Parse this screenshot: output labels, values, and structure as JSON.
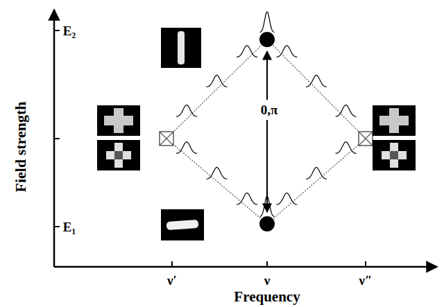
{
  "diagram": {
    "labels": [
      "E₂",
      "0,π",
      "Field strength",
      "E₁",
      "ν′",
      "ν",
      "ν″",
      "Frequency"
    ]
  }
}
